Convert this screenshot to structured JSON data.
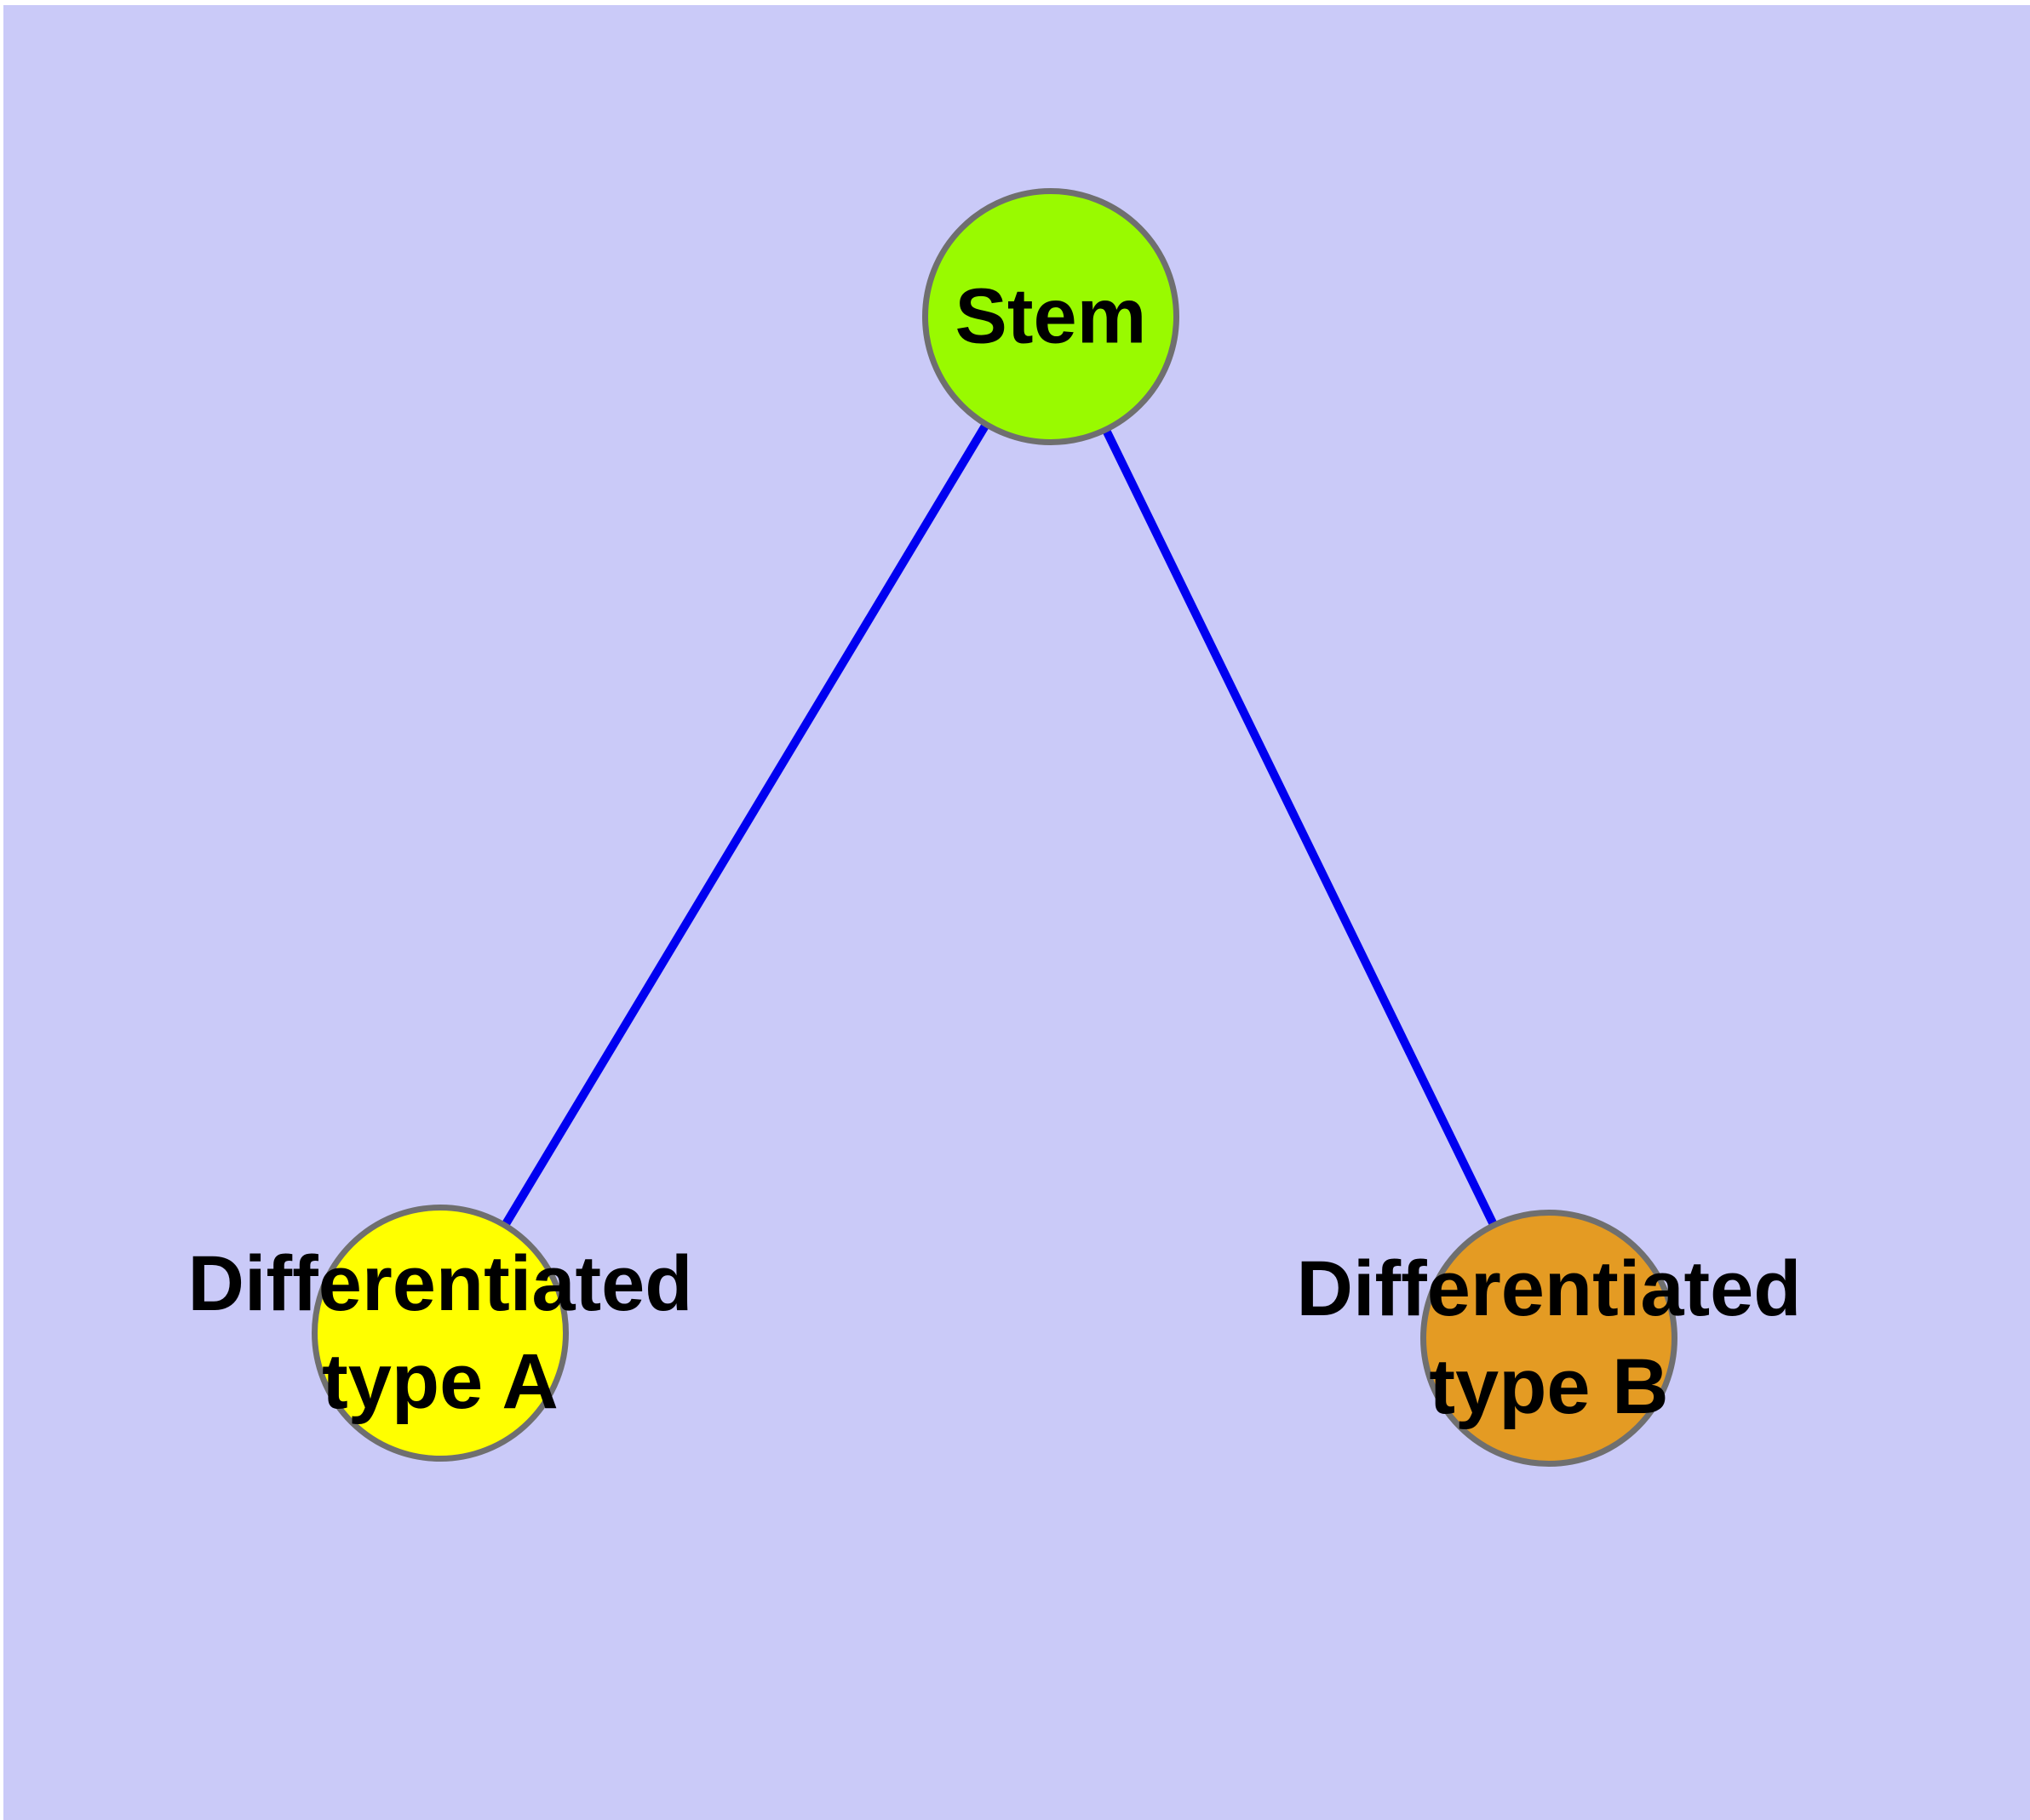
{
  "diagram": {
    "background_color": "#CACAF8",
    "node_border_color": "#6F6F6F",
    "edge_color": "#0000F0",
    "text_color": "#000000",
    "nodes": {
      "stem": {
        "label": "Stem",
        "fill": "#99FA00"
      },
      "type_a": {
        "label_line1": "Differentiated",
        "label_line2": "type A",
        "fill": "#FFFF00"
      },
      "type_b": {
        "label_line1": "Differentiated",
        "label_line2": "type B",
        "fill": "#E49B23"
      }
    },
    "edges": [
      {
        "from": "Stem",
        "to": "Differentiated type A"
      },
      {
        "from": "Stem",
        "to": "Differentiated type B"
      }
    ]
  }
}
